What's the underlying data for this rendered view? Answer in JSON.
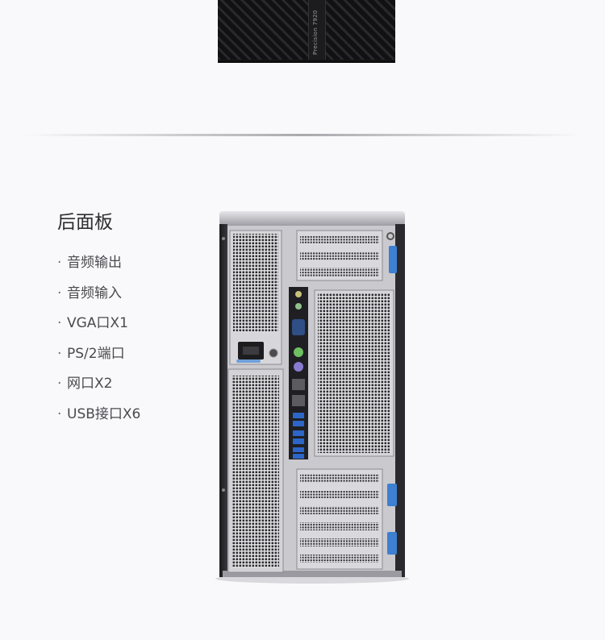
{
  "product": {
    "front_model_label": "Precision 7920"
  },
  "section": {
    "title": "后面板",
    "bullet": "·",
    "features": [
      {
        "label": "音频输出"
      },
      {
        "label": "音频输入"
      },
      {
        "label": "VGA口X1"
      },
      {
        "label": "PS/2端口"
      },
      {
        "label": "网口X2"
      },
      {
        "label": "USB接口X6"
      }
    ]
  },
  "colors": {
    "chassis_silver": "#c9c9ce",
    "chassis_dark": "#2a2a2e",
    "release_tab_blue": "#3d7fd0",
    "psu_handle_blue": "#6f9fd8"
  }
}
